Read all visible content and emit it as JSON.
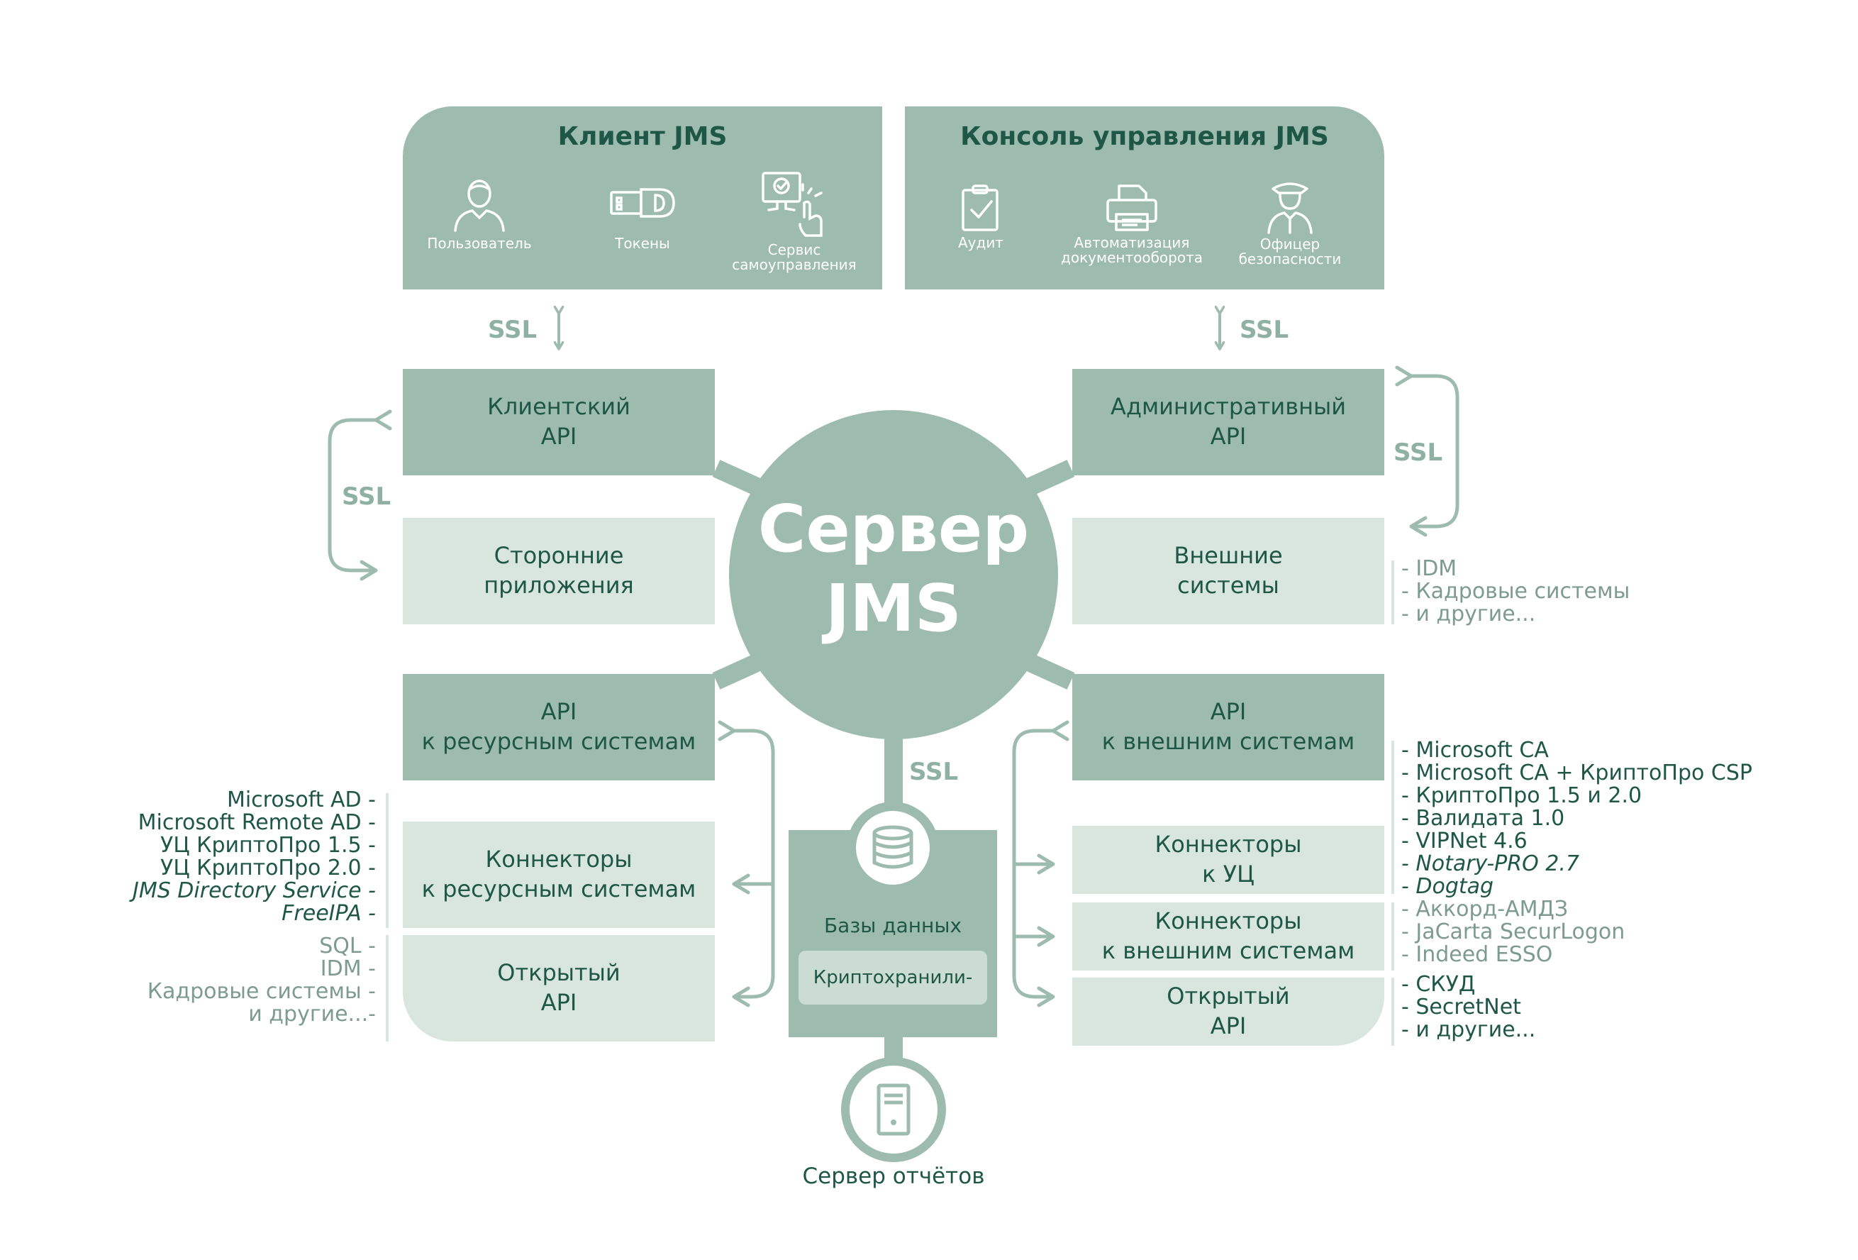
{
  "client_panel": {
    "title": "Клиент JMS",
    "items": [
      {
        "icon": "user-icon",
        "label_lines": [
          "Пользователь"
        ]
      },
      {
        "icon": "token-icon",
        "label_lines": [
          "Токены"
        ]
      },
      {
        "icon": "self-service-icon",
        "label_lines": [
          "Сервис",
          "самоуправления"
        ]
      }
    ]
  },
  "console_panel": {
    "title": "Консоль управления JMS",
    "items": [
      {
        "icon": "audit-clipboard-icon",
        "label_lines": [
          "Аудит"
        ]
      },
      {
        "icon": "printer-icon",
        "label_lines": [
          "Автоматизация",
          "документооборота"
        ]
      },
      {
        "icon": "security-officer-icon",
        "label_lines": [
          "Офицер",
          "безопасности"
        ]
      }
    ]
  },
  "ssl_label": "SSL",
  "center": {
    "title_lines": [
      "Сервер",
      "JMS"
    ]
  },
  "blocks": {
    "client_api": [
      "Клиентский",
      "API"
    ],
    "third_party_apps": [
      "Сторонние",
      "приложения"
    ],
    "admin_api": [
      "Административный",
      "API"
    ],
    "external_systems": [
      "Внешние",
      "системы"
    ],
    "resource_api": [
      "API",
      "к ресурсным системам"
    ],
    "resource_connectors": [
      "Коннекторы",
      "к ресурсным системам"
    ],
    "open_api_left": [
      "Открытый",
      "API"
    ],
    "external_api": [
      "API",
      "к внешним системам"
    ],
    "ca_connectors": [
      "Коннекторы",
      "к УЦ"
    ],
    "external_connectors": [
      "Коннекторы",
      "к внешним системам"
    ],
    "open_api_right": [
      "Открытый",
      "API"
    ]
  },
  "databases": {
    "label": "Базы данных",
    "crypto_storage": "Криптохранили-"
  },
  "report_server": {
    "label": "Сервер отчётов"
  },
  "lists": {
    "external_systems": [
      "- IDM",
      "- Кадровые системы",
      "- и другие..."
    ],
    "resource_connectors": [
      "Microsoft AD -",
      "Microsoft Remote AD -",
      "УЦ КриптоПро 1.5 -",
      "УЦ КриптоПро 2.0 -",
      "JMS Directory Service -",
      "FreeIPA -"
    ],
    "open_api_left": [
      "SQL -",
      "IDM -",
      "Кадровые системы -",
      "и другие...-"
    ],
    "ca_connectors": [
      "- Microsoft CA",
      "- Microsoft CA + КриптоПро CSP",
      "- КриптоПро 1.5 и 2.0",
      "- Валидата 1.0",
      "- VIPNet 4.6",
      "- Notary-PRO 2.7",
      "- Dogtag"
    ],
    "external_connectors": [
      "- Аккорд-АМДЗ",
      "- JaCarta SecurLogon",
      "- Indeed ESSO"
    ],
    "open_api_right": [
      "- СКУД",
      "- SecretNet",
      "- и другие..."
    ]
  }
}
